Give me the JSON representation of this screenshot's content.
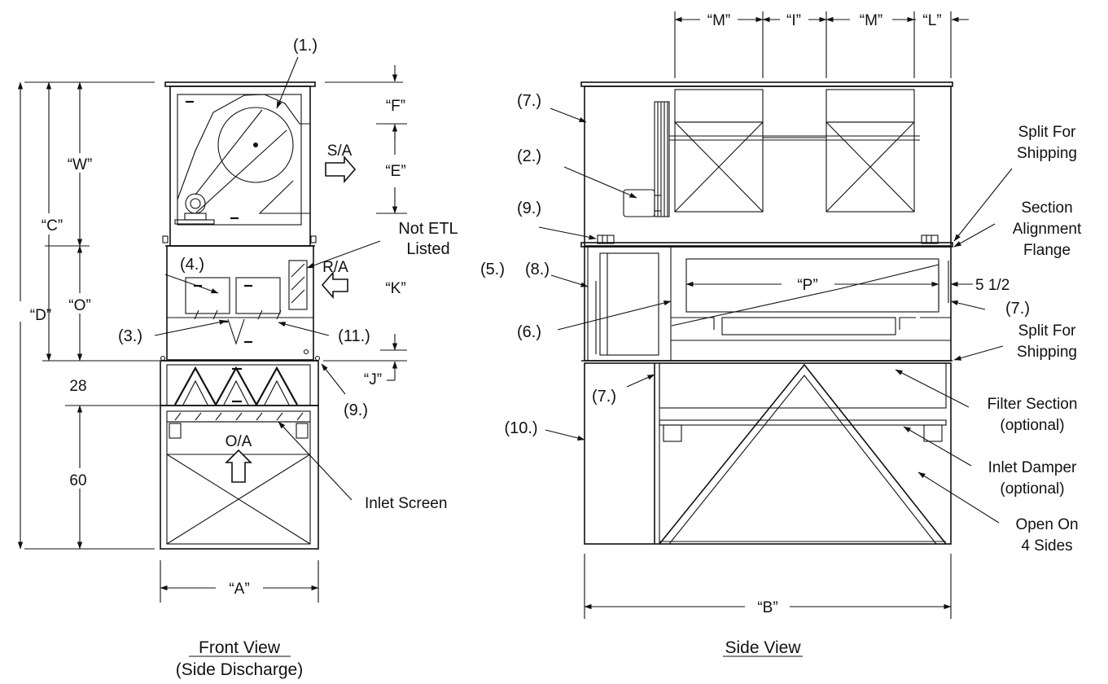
{
  "front_view": {
    "title": "Front View",
    "subtitle": "(Side Discharge)",
    "dims": {
      "a": "“A”",
      "c": "“C”",
      "d": "“D”",
      "e": "“E”",
      "f": "“F”",
      "j": "“J”",
      "k": "“K”",
      "o": "“O”",
      "w": "“W”",
      "filter_height": "28",
      "stand_height": "60"
    },
    "airflow": {
      "supply": "S/A",
      "return": "R/A",
      "outside": "O/A"
    },
    "notes": {
      "not_etl_line1": "Not ETL",
      "not_etl_line2": "Listed",
      "inlet_screen": "Inlet Screen"
    },
    "callouts": {
      "c1": "(1.)",
      "c3": "(3.)",
      "c4": "(4.)",
      "c9": "(9.)",
      "c11": "(11.)"
    }
  },
  "side_view": {
    "title": "Side View",
    "dims": {
      "b": "“B”",
      "m1": "“M”",
      "i": "“I”",
      "m2": "“M”",
      "l": "“L”",
      "p": "“P”",
      "flange_offset": "5 1/2"
    },
    "notes": {
      "split_upper_line1": "Split For",
      "split_upper_line2": "Shipping",
      "alignment_line1": "Section",
      "alignment_line2": "Alignment",
      "alignment_line3": "Flange",
      "split_lower_line1": "Split For",
      "split_lower_line2": "Shipping",
      "filter_line1": "Filter Section",
      "filter_line2": "(optional)",
      "damper_line1": "Inlet Damper",
      "damper_line2": "(optional)",
      "open_line1": "Open On",
      "open_line2": "4 Sides"
    },
    "callouts": {
      "c7_top": "(7.)",
      "c2": "(2.)",
      "c9": "(9.)",
      "c5": "(5.)",
      "c8": "(8.)",
      "c6": "(6.)",
      "c7_right": "(7.)",
      "c7_low": "(7.)",
      "c10": "(10.)"
    }
  }
}
